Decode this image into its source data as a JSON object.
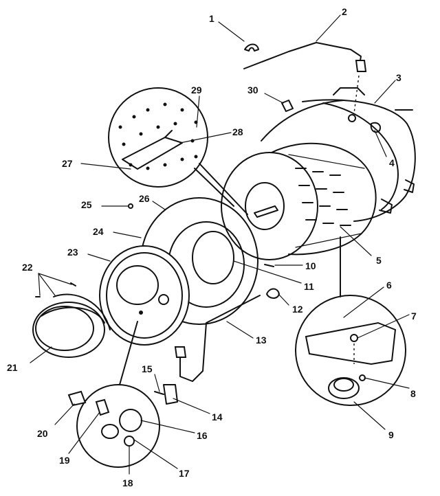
{
  "diagram": {
    "callouts": [
      "1",
      "2",
      "3",
      "4",
      "5",
      "6",
      "7",
      "8",
      "9",
      "10",
      "11",
      "12",
      "13",
      "14",
      "15",
      "16",
      "17",
      "18",
      "19",
      "20",
      "21",
      "22",
      "23",
      "24",
      "25",
      "26",
      "27",
      "28",
      "29",
      "30"
    ]
  },
  "colors": {
    "ink": "#111111",
    "paper": "#ffffff"
  }
}
